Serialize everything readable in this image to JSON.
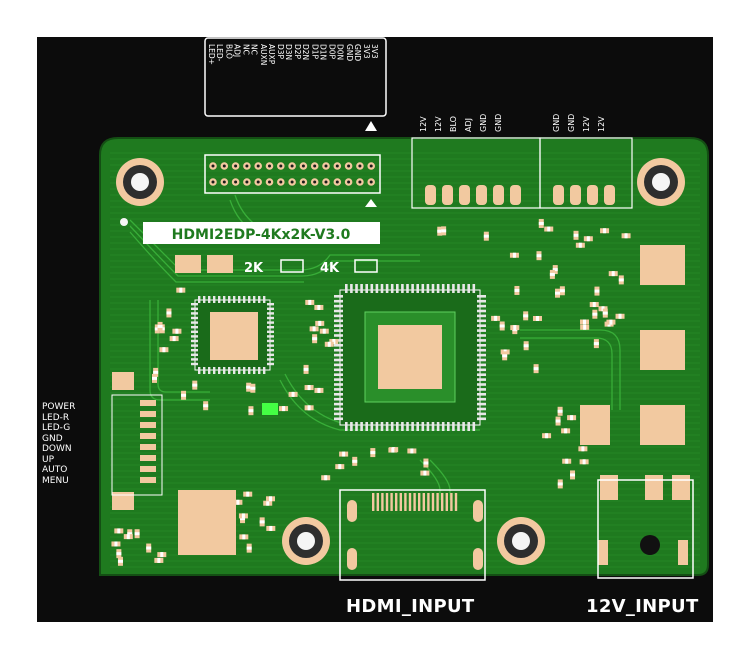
{
  "board": {
    "name": "HDMI2EDP-4Kx2K-V3.0",
    "mode_2k": "2K",
    "mode_4k": "4K"
  },
  "edp_header": {
    "pins_col1": [
      "3V3",
      "GND",
      "D0N",
      "D1N",
      "D2N",
      "D3N",
      "AUXP",
      "NC",
      "ADJ",
      "LED-"
    ],
    "pins_col2": [
      "3V3",
      "GND",
      "D0P",
      "D1P",
      "D2P",
      "D3P",
      "AUXN",
      "NC",
      "BLO",
      "LED+"
    ]
  },
  "backlight_connector": {
    "pins": [
      "12V",
      "12V",
      "BLO",
      "ADJ",
      "GND",
      "GND"
    ]
  },
  "power_connector_top": {
    "pins": [
      "GND",
      "GND",
      "12V",
      "12V"
    ]
  },
  "keypad_connector": {
    "pins": [
      "POWER",
      "LED-R",
      "LED-G",
      "GND",
      "DOWN",
      "UP",
      "AUTO",
      "MENU"
    ]
  },
  "labels": {
    "hdmi_input": "HDMI_INPUT",
    "power_input": "12V_INPUT"
  },
  "colors": {
    "background": "#0c0c0c",
    "pcb_green": "#1f7a1f",
    "trace_green": "#3bb33b",
    "pad_copper": "#f2c9a0",
    "silkscreen": "#ffffff",
    "status_led": "#3dff3d"
  }
}
